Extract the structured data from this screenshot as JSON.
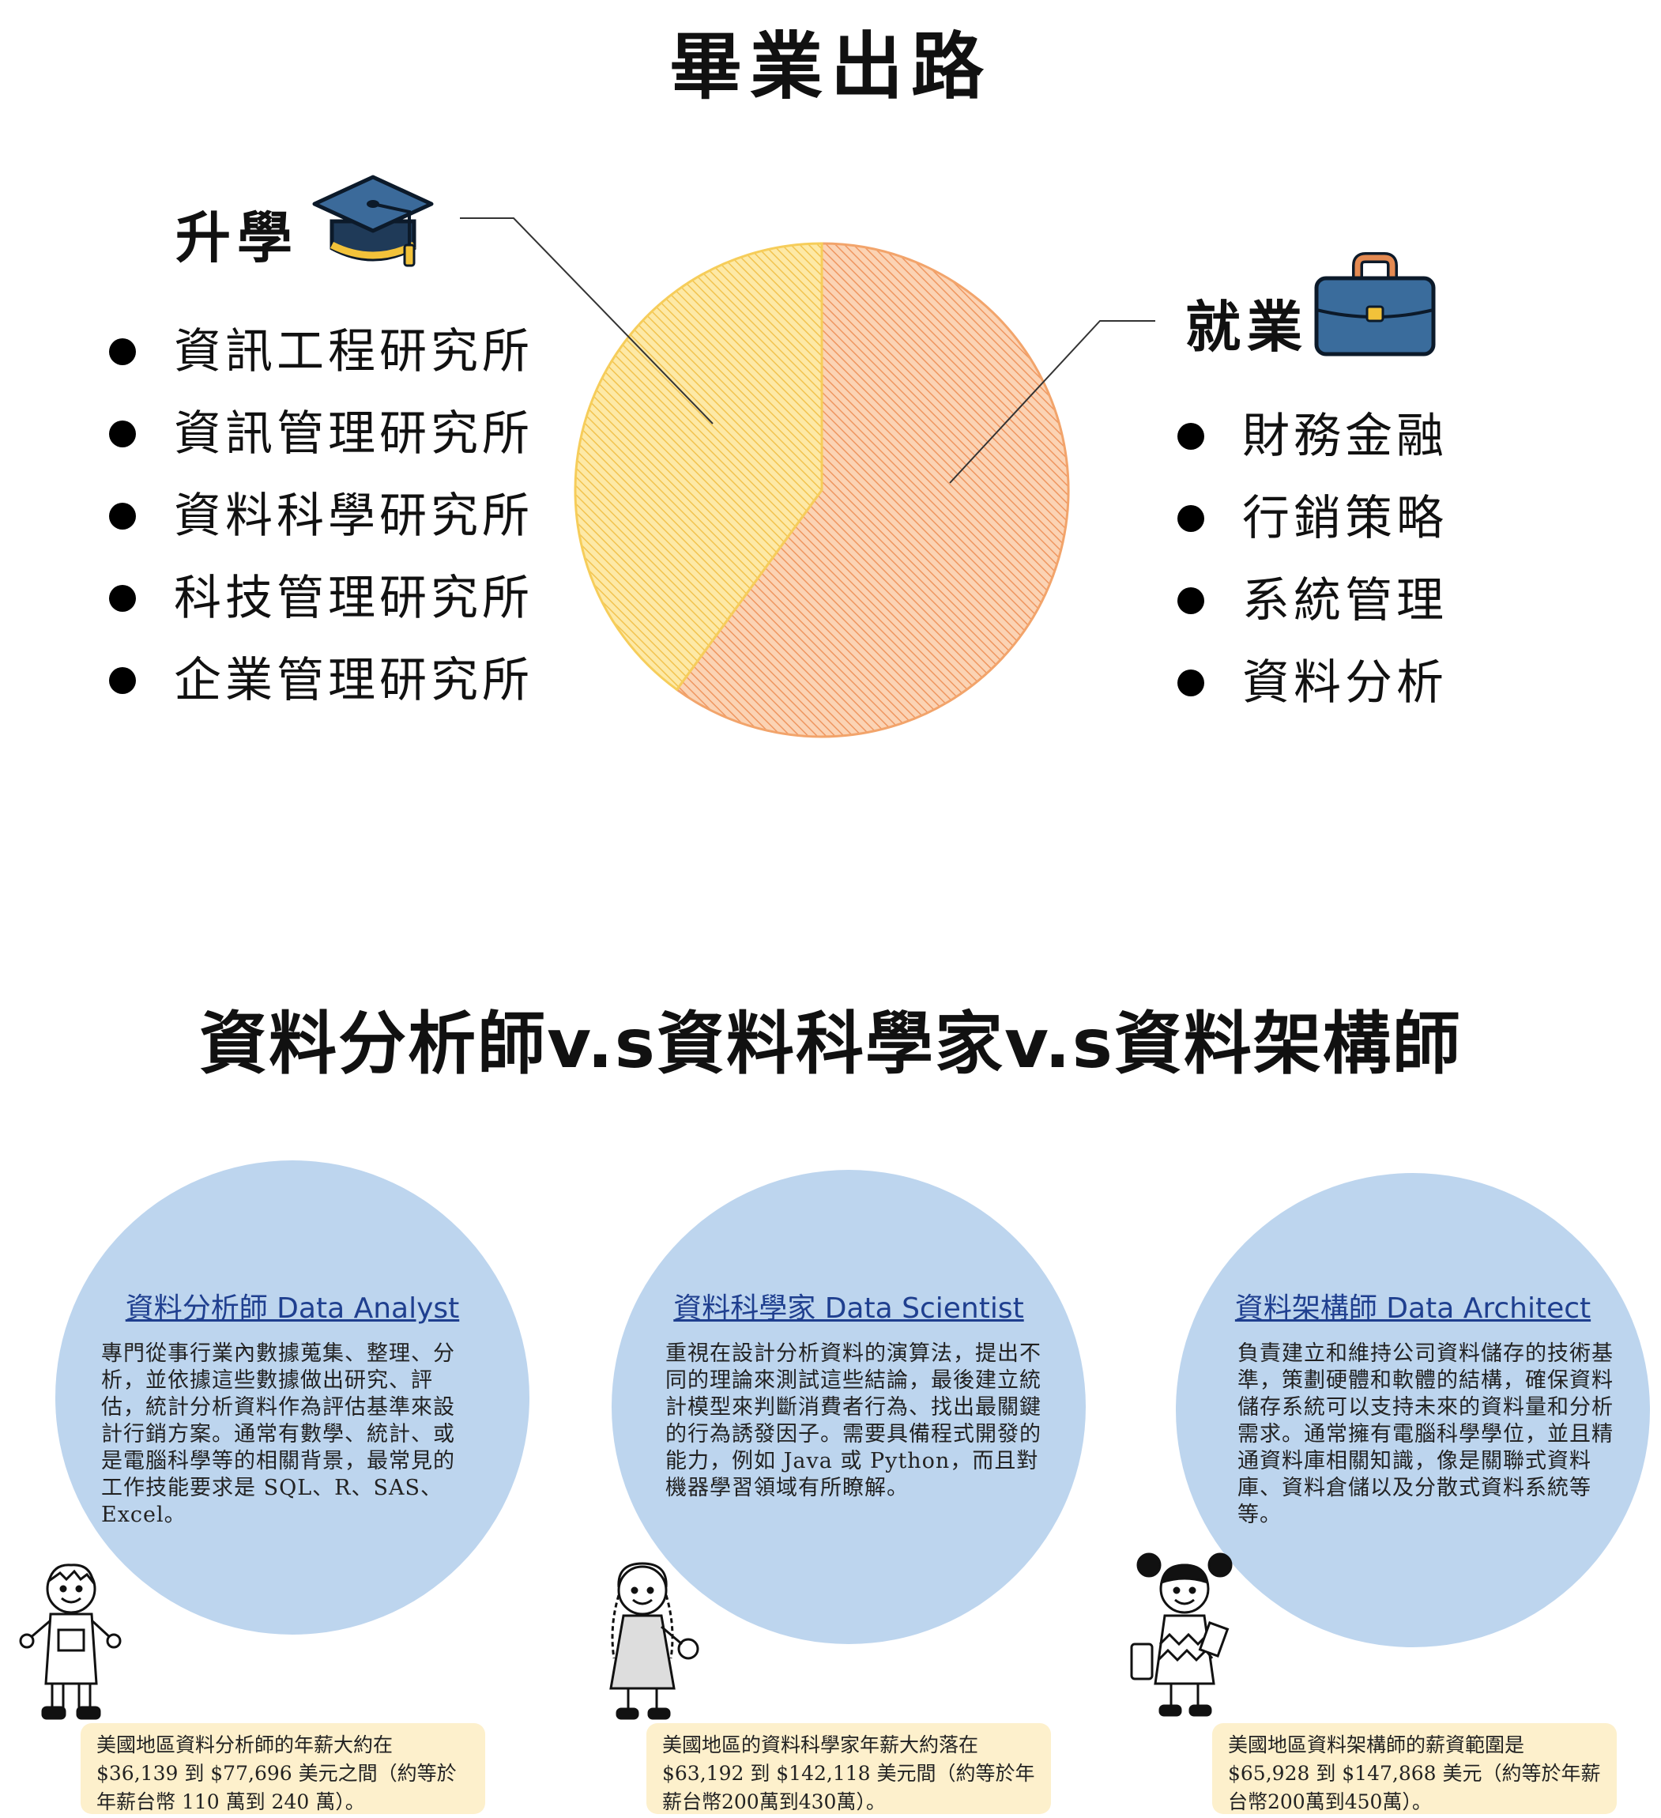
{
  "page_title": "畢業出路",
  "further_study": {
    "heading": "升學",
    "icon": "graduation-cap-icon",
    "items": [
      "資訊工程研究所",
      "資訊管理研究所",
      "資料科學研究所",
      "科技管理研究所",
      "企業管理研究所"
    ]
  },
  "employment": {
    "heading": "就業",
    "icon": "briefcase-icon",
    "items": [
      "財務金融",
      "行銷策略",
      "系統管理",
      "資料分析"
    ]
  },
  "pie": {
    "slices": [
      {
        "label": "升學",
        "fraction": 0.4,
        "color": "#f6cd5a"
      },
      {
        "label": "就業",
        "fraction": 0.6,
        "color": "#f2a46b"
      }
    ]
  },
  "comparison_title": "資料分析師v.s資料科學家v.s資料架構師",
  "roles": [
    {
      "title": "資料分析師 Data Analyst",
      "description": "專門從事行業內數據蒐集、整理、分析，並依據這些數據做出研究、評估，統計分析資料作為評估基準來設計行銷方案。通常有數學、統計、或是電腦科學等的相關背景，最常見的工作技能要求是 SQL、R、SAS、Excel。",
      "salary": "美國地區資料分析師的年薪大約在 $36,139 到 $77,696 美元之間（約等於年薪台幣 110 萬到 240 萬）。"
    },
    {
      "title": "資料科學家 Data Scientist",
      "description": "重視在設計分析資料的演算法，提出不同的理論來測試這些結論，最後建立統計模型來判斷消費者行為、找出最關鍵的行為誘發因子。需要具備程式開發的能力，例如 Java 或 Python，而且對機器學習領域有所瞭解。",
      "salary": "美國地區的資料科學家年薪大約落在 $63,192 到 $142,118 美元間（約等於年薪台幣200萬到430萬）。"
    },
    {
      "title": "資料架構師 Data Architect",
      "description": "負責建立和維持公司資料儲存的技術基準，策劃硬體和軟體的結構，確保資料儲存系統可以支持未來的資料量和分析需求。通常擁有電腦科學學位，並且精通資料庫相關知識，像是關聯式資料庫、資料倉儲以及分散式資料系統等等。",
      "salary": "美國地區資料架構師的薪資範圍是 $65,928 到 $147,868 美元（約等於年薪台幣200萬到450萬）。"
    }
  ]
}
